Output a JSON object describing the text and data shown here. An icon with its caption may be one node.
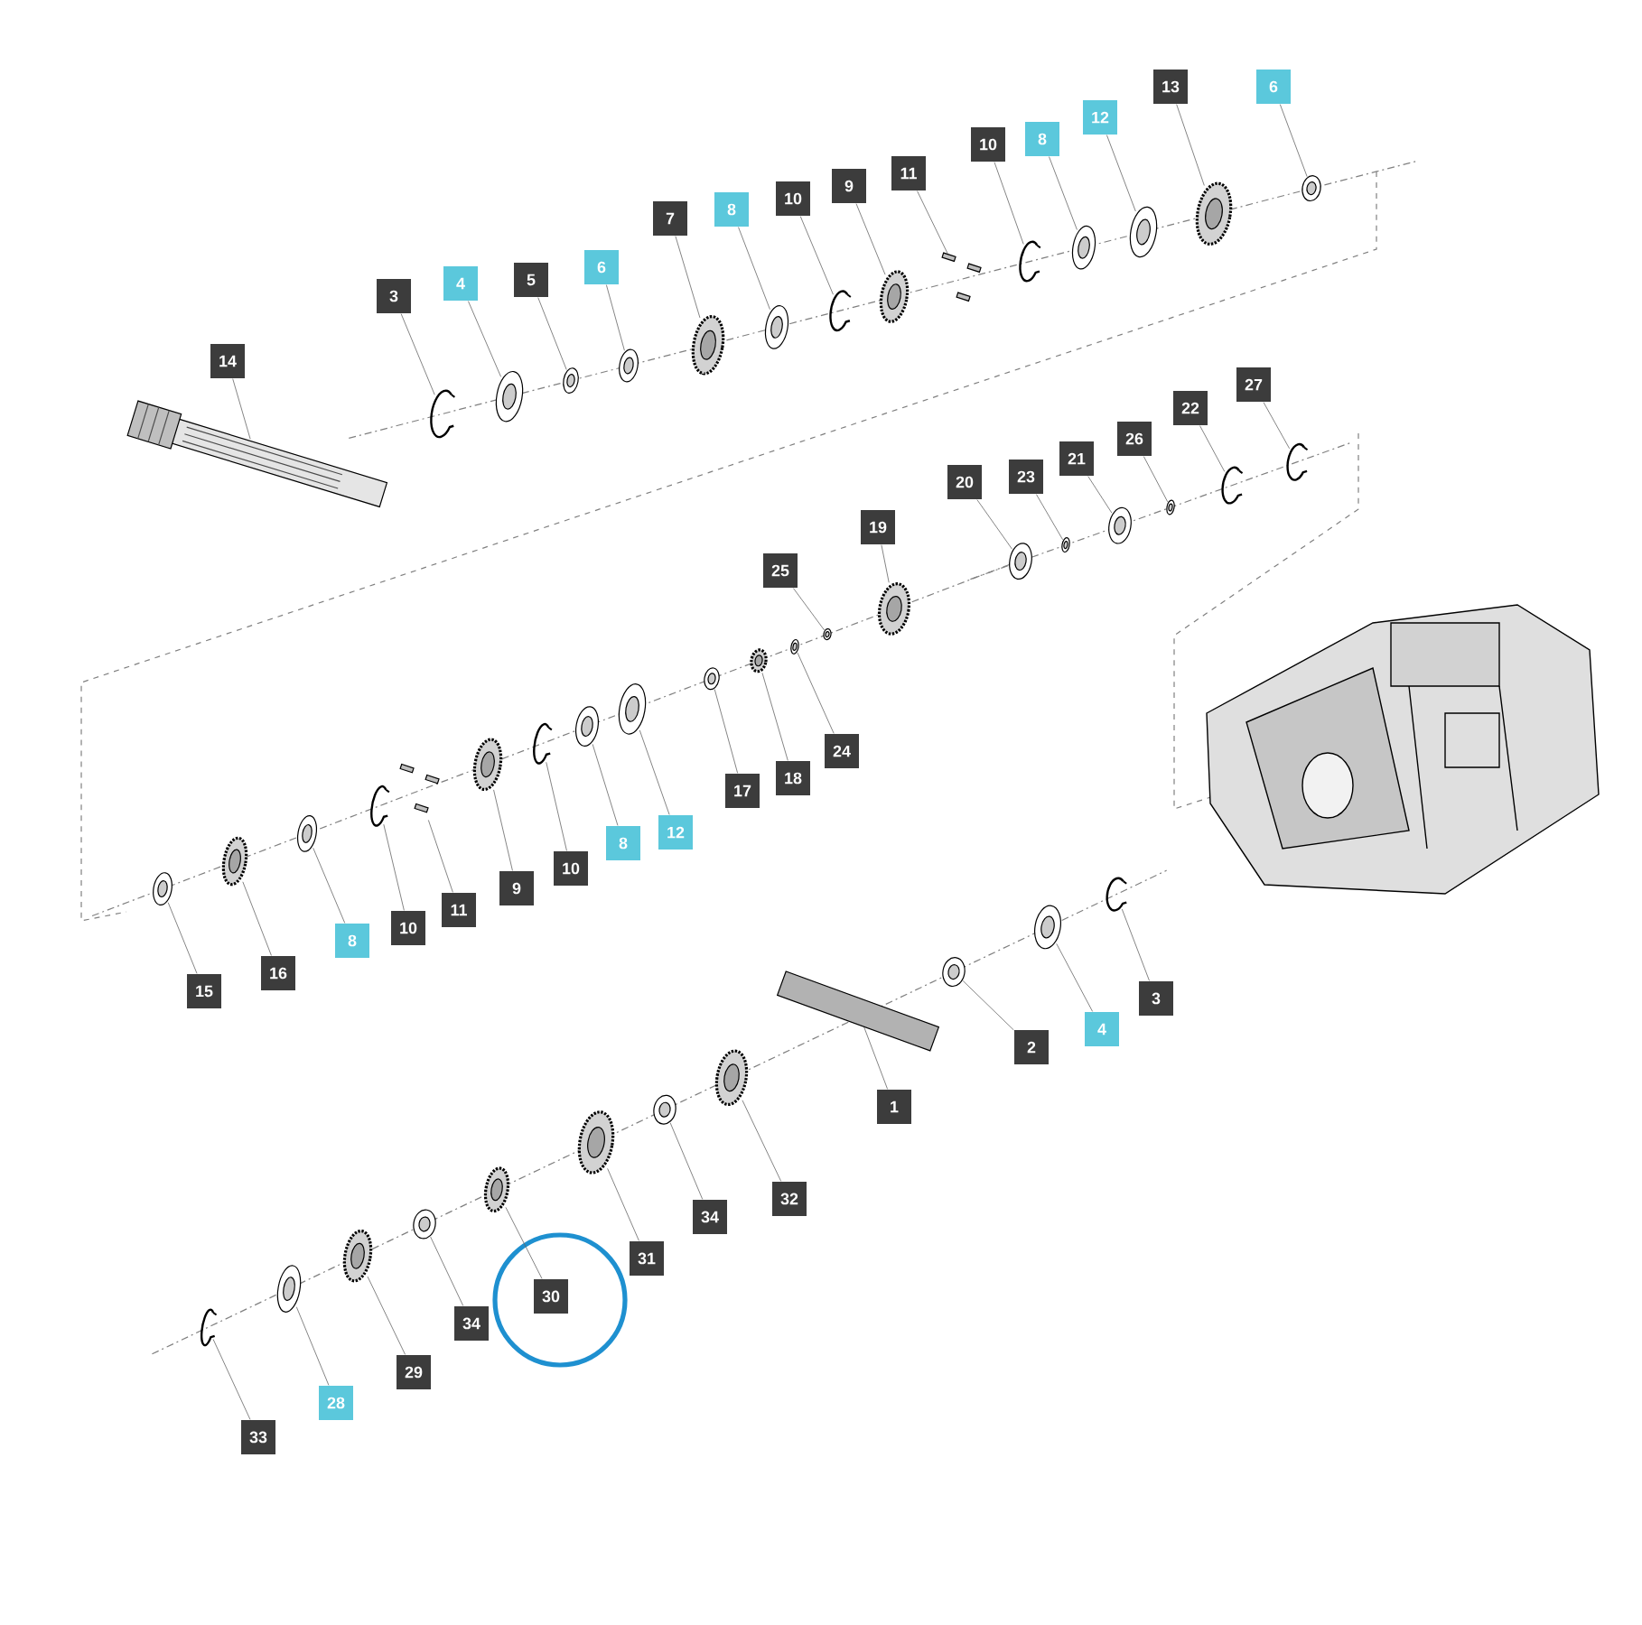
{
  "diagram": {
    "nodes": [
      {
        "text": [
          "14"
        ]
      },
      {
        "text": [
          "3"
        ]
      },
      {
        "text": [
          "4"
        ]
      },
      {
        "text": [
          "5"
        ]
      },
      {
        "text": [
          "6"
        ]
      },
      {
        "text": [
          "7"
        ]
      },
      {
        "text": [
          "8"
        ]
      },
      {
        "text": [
          "10"
        ]
      },
      {
        "text": [
          "9"
        ]
      },
      {
        "text": [
          "11"
        ]
      },
      {
        "text": [
          "10"
        ]
      },
      {
        "text": [
          "8"
        ]
      },
      {
        "text": [
          "12"
        ]
      },
      {
        "text": [
          "13"
        ]
      },
      {
        "text": [
          "6"
        ]
      },
      {
        "text": [
          "27"
        ]
      },
      {
        "text": [
          "22"
        ]
      },
      {
        "text": [
          "26"
        ]
      },
      {
        "text": [
          "21"
        ]
      },
      {
        "text": [
          "23"
        ]
      },
      {
        "text": [
          "20"
        ]
      },
      {
        "text": [
          "19"
        ]
      },
      {
        "text": [
          "25"
        ]
      },
      {
        "text": [
          "24"
        ]
      },
      {
        "text": [
          "18"
        ]
      },
      {
        "text": [
          "17"
        ]
      },
      {
        "text": [
          "12"
        ]
      },
      {
        "text": [
          "8"
        ]
      },
      {
        "text": [
          "10"
        ]
      },
      {
        "text": [
          "9"
        ]
      },
      {
        "text": [
          "11"
        ]
      },
      {
        "text": [
          "10"
        ]
      },
      {
        "text": [
          "8"
        ]
      },
      {
        "text": [
          "16"
        ]
      },
      {
        "text": [
          "15"
        ]
      },
      {
        "text": [
          "3"
        ]
      },
      {
        "text": [
          "4"
        ]
      },
      {
        "text": [
          "2"
        ]
      },
      {
        "text": [
          "1"
        ]
      },
      {
        "text": [
          "32"
        ]
      },
      {
        "text": [
          "34"
        ]
      },
      {
        "text": [
          "31"
        ]
      },
      {
        "text": [
          "30"
        ]
      },
      {
        "text": [
          "34"
        ]
      },
      {
        "text": [
          "29"
        ]
      },
      {
        "text": [
          "28"
        ]
      },
      {
        "text": [
          "33"
        ]
      },
      {
        "text": [],
        "shape": "picture"
      },
      {
        "text": [],
        "shape": "picture"
      },
      {
        "text": [],
        "shape": "picture"
      },
      {
        "text": [],
        "shape": "picture"
      },
      {
        "text": [],
        "shape": "picture"
      },
      {
        "text": [],
        "shape": "picture"
      },
      {
        "text": [],
        "shape": "picture"
      },
      {
        "text": [],
        "shape": "picture"
      },
      {
        "text": [],
        "shape": "picture"
      },
      {
        "text": [],
        "shape": "picture"
      },
      {
        "text": [],
        "shape": "picture"
      },
      {
        "text": [],
        "shape": "picture"
      },
      {
        "text": [],
        "shape": "picture"
      },
      {
        "text": [],
        "shape": "picture"
      },
      {
        "text": [],
        "shape": "picture"
      },
      {
        "text": [],
        "shape": "picture"
      },
      {
        "text": [],
        "shape": "picture"
      },
      {
        "text": [],
        "shape": "picture"
      },
      {
        "text": [],
        "shape": "picture"
      },
      {
        "text": [],
        "shape": "picture"
      },
      {
        "text": [],
        "shape": "picture"
      },
      {
        "text": [],
        "shape": "picture"
      },
      {
        "text": [],
        "shape": "picture"
      },
      {
        "text": [],
        "shape": "picture"
      },
      {
        "text": [],
        "shape": "picture"
      },
      {
        "text": [],
        "shape": "picture"
      },
      {
        "text": [],
        "shape": "picture"
      },
      {
        "text": [],
        "shape": "picture"
      },
      {
        "text": [],
        "shape": "picture"
      },
      {
        "text": [],
        "shape": "picture"
      },
      {
        "text": [],
        "shape": "picture"
      },
      {
        "text": [],
        "shape": "picture"
      },
      {
        "text": [],
        "shape": "picture"
      },
      {
        "text": [],
        "shape": "picture"
      },
      {
        "text": [],
        "shape": "picture"
      },
      {
        "text": [],
        "shape": "picture"
      },
      {
        "text": [],
        "shape": "picture"
      },
      {
        "text": [],
        "shape": "picture"
      },
      {
        "text": [],
        "shape": "picture"
      },
      {
        "text": [],
        "shape": "picture"
      },
      {
        "text": [],
        "shape": "picture"
      },
      {
        "text": [],
        "shape": "picture"
      },
      {
        "text": [],
        "shape": "picture"
      },
      {
        "text": [],
        "shape": "picture"
      },
      {
        "text": [],
        "shape": "picture"
      },
      {
        "text": [],
        "shape": "picture"
      },
      {
        "text": [],
        "shape": "picture"
      }
    ],
    "edges": [
      {
        "from": 0,
        "to": 47,
        "arrow": "none"
      },
      {
        "from": 1,
        "to": 48,
        "arrow": "none"
      },
      {
        "from": 2,
        "to": 49,
        "arrow": "none"
      },
      {
        "from": 3,
        "to": 50,
        "arrow": "none"
      },
      {
        "from": 4,
        "to": 51,
        "arrow": "none"
      },
      {
        "from": 5,
        "to": 52,
        "arrow": "none"
      },
      {
        "from": 6,
        "to": 53,
        "arrow": "none"
      },
      {
        "from": 7,
        "to": 54,
        "arrow": "none"
      },
      {
        "from": 8,
        "to": 55,
        "arrow": "none"
      },
      {
        "from": 9,
        "to": 56,
        "arrow": "none"
      },
      {
        "from": 10,
        "to": 57,
        "arrow": "none"
      },
      {
        "from": 11,
        "to": 58,
        "arrow": "none"
      },
      {
        "from": 12,
        "to": 59,
        "arrow": "none"
      },
      {
        "from": 13,
        "to": 60,
        "arrow": "none"
      },
      {
        "from": 14,
        "to": 61,
        "arrow": "none"
      },
      {
        "from": 15,
        "to": 62,
        "arrow": "none"
      },
      {
        "from": 16,
        "to": 63,
        "arrow": "none"
      },
      {
        "from": 17,
        "to": 64,
        "arrow": "none"
      },
      {
        "from": 18,
        "to": 65,
        "arrow": "none"
      },
      {
        "from": 19,
        "to": 66,
        "arrow": "none"
      },
      {
        "from": 20,
        "to": 67,
        "arrow": "none"
      },
      {
        "from": 21,
        "to": 68,
        "arrow": "none"
      },
      {
        "from": 22,
        "to": 69,
        "arrow": "none"
      },
      {
        "from": 23,
        "to": 70,
        "arrow": "none"
      },
      {
        "from": 24,
        "to": 71,
        "arrow": "none"
      },
      {
        "from": 25,
        "to": 72,
        "arrow": "none"
      },
      {
        "from": 26,
        "to": 73,
        "arrow": "none"
      },
      {
        "from": 27,
        "to": 74,
        "arrow": "none"
      },
      {
        "from": 28,
        "to": 75,
        "arrow": "none"
      },
      {
        "from": 29,
        "to": 76,
        "arrow": "none"
      },
      {
        "from": 30,
        "to": 77,
        "arrow": "none"
      },
      {
        "from": 31,
        "to": 78,
        "arrow": "none"
      },
      {
        "from": 32,
        "to": 79,
        "arrow": "none"
      },
      {
        "from": 33,
        "to": 80,
        "arrow": "none"
      },
      {
        "from": 34,
        "to": 81,
        "arrow": "none"
      },
      {
        "from": 35,
        "to": 82,
        "arrow": "none"
      },
      {
        "from": 36,
        "to": 83,
        "arrow": "none"
      },
      {
        "from": 37,
        "to": 84,
        "arrow": "none"
      },
      {
        "from": 38,
        "to": 85,
        "arrow": "none"
      },
      {
        "from": 39,
        "to": 86,
        "arrow": "none"
      },
      {
        "from": 40,
        "to": 87,
        "arrow": "none"
      },
      {
        "from": 41,
        "to": 88,
        "arrow": "none"
      },
      {
        "from": 42,
        "to": 89,
        "arrow": "none"
      },
      {
        "from": 43,
        "to": 90,
        "arrow": "none"
      },
      {
        "from": 44,
        "to": 91,
        "arrow": "none"
      },
      {
        "from": 45,
        "to": 92,
        "arrow": "none"
      },
      {
        "from": 46,
        "to": 93,
        "arrow": "none"
      }
    ]
  }
}
